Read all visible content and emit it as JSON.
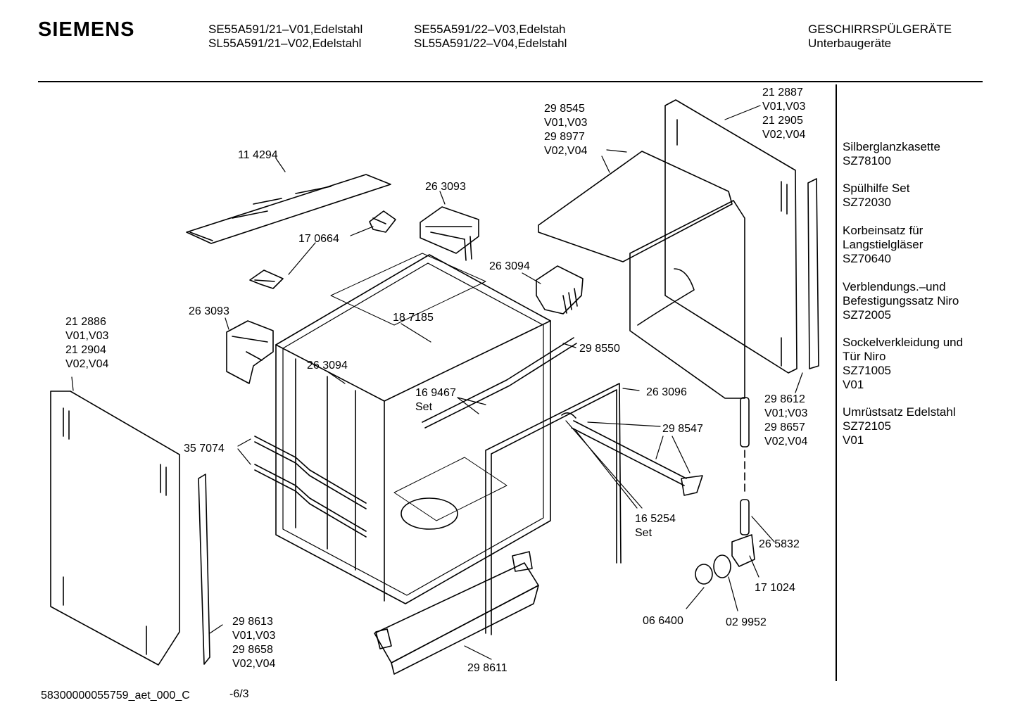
{
  "header": {
    "brand": "SIEMENS",
    "models": [
      "SE55A591/21–V01,Edelstahl",
      "SL55A591/21–V02,Edelstahl",
      "SE55A591/22–V03,Edelstah",
      "SL55A591/22–V04,Edelstahl"
    ],
    "category": "GESCHIRRSPÜLGERÄTE",
    "subcategory": "Unterbaugeräte"
  },
  "parts": [
    {
      "id": "p1",
      "lines": [
        "11 4294"
      ]
    },
    {
      "id": "p2",
      "lines": [
        "26 3093"
      ]
    },
    {
      "id": "p3",
      "lines": [
        "17 0664"
      ]
    },
    {
      "id": "p4",
      "lines": [
        "26 3094"
      ]
    },
    {
      "id": "p5",
      "lines": [
        "26 3093"
      ]
    },
    {
      "id": "p6",
      "lines": [
        "18 7185"
      ]
    },
    {
      "id": "p7",
      "lines": [
        "21 2886",
        "V01,V03",
        "21 2904",
        "V02,V04"
      ]
    },
    {
      "id": "p8",
      "lines": [
        "26 3094"
      ]
    },
    {
      "id": "p9",
      "lines": [
        "16 9467",
        "Set"
      ]
    },
    {
      "id": "p10",
      "lines": [
        "29 8550"
      ]
    },
    {
      "id": "p11",
      "lines": [
        "26 3096"
      ]
    },
    {
      "id": "p12",
      "lines": [
        "35 7074"
      ]
    },
    {
      "id": "p13",
      "lines": [
        "29 8547"
      ]
    },
    {
      "id": "p14",
      "lines": [
        "16 5254",
        "Set"
      ]
    },
    {
      "id": "p15",
      "lines": [
        "29 8545",
        "V01,V03",
        "29 8977",
        "V02,V04"
      ]
    },
    {
      "id": "p16",
      "lines": [
        "21 2887",
        "V01,V03",
        "21 2905",
        "V02,V04"
      ]
    },
    {
      "id": "p17",
      "lines": [
        "29 8612",
        "V01;V03",
        "29 8657",
        "V02,V04"
      ]
    },
    {
      "id": "p18",
      "lines": [
        "26 5832"
      ]
    },
    {
      "id": "p19",
      "lines": [
        "17 1024"
      ]
    },
    {
      "id": "p20",
      "lines": [
        "06 6400"
      ]
    },
    {
      "id": "p21",
      "lines": [
        "02 9952"
      ]
    },
    {
      "id": "p22",
      "lines": [
        "29 8613",
        "V01,V03",
        "29 8658",
        "V02,V04"
      ]
    },
    {
      "id": "p23",
      "lines": [
        "29 8611"
      ]
    }
  ],
  "accessories": [
    {
      "lines": [
        "Silberglanzkasette",
        "SZ78100"
      ]
    },
    {
      "lines": [
        "Spülhilfe Set",
        "SZ72030"
      ]
    },
    {
      "lines": [
        "Korbeinsatz für",
        "Langstielgläser",
        "SZ70640"
      ]
    },
    {
      "lines": [
        "Verblendungs.–und",
        "Befestigungssatz Niro",
        "SZ72005"
      ]
    },
    {
      "lines": [
        "Sockelverkleidung und",
        "Tür Niro",
        "SZ71005",
        "V01"
      ]
    },
    {
      "lines": [
        "Umrüstsatz Edelstahl",
        "SZ72105",
        "V01"
      ]
    }
  ],
  "footer": {
    "code": "58300000055759_aet_000_C",
    "page": "-6/3"
  }
}
